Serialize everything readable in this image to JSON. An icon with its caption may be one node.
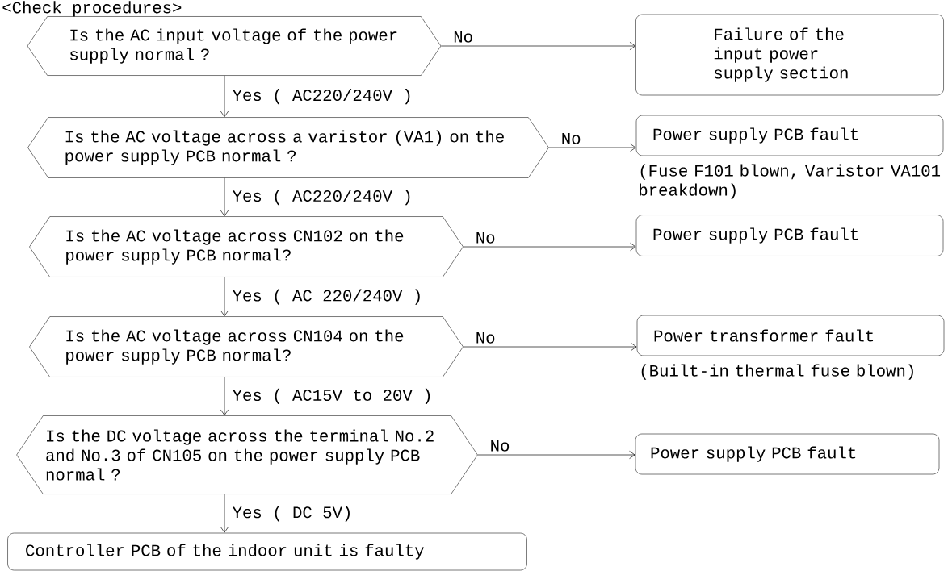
{
  "diagram": {
    "title": "<Check procedures>",
    "nodes": [
      {
        "text": [
          "Is the AC input voltage of the power supply normal ?"
        ]
      },
      {
        "text": [
          "Failure of the input power supply section"
        ]
      },
      {
        "text": [
          "Is the AC voltage across a varistor (VA1) on the power supply PCB normal ?"
        ]
      },
      {
        "text": [
          "Power supply PCB fault"
        ],
        "beside": [
          "(Fuse F101 blown, Varistor VA101 breakdown)"
        ]
      },
      {
        "text": [
          "Is the AC voltage across CN102 on the power supply PCB normal?"
        ]
      },
      {
        "text": [
          "Power supply PCB fault"
        ]
      },
      {
        "text": [
          "Is the AC voltage across CN104 on the power supply PCB normal?"
        ]
      },
      {
        "text": [
          "Power transformer fault"
        ],
        "beside": [
          "(Built-in thermal fuse blown)"
        ]
      },
      {
        "text": [
          "Is the DC voltage across the terminal No.2 and No.3 of CN105 on the power supply PCB normal ?"
        ]
      },
      {
        "text": [
          "Power supply PCB fault"
        ]
      },
      {
        "text": [
          "Controller PCB of the indoor unit is faulty"
        ]
      }
    ],
    "edges": [
      {
        "from": 0,
        "to": 1,
        "arrow": "to",
        "label": "No"
      },
      {
        "from": 0,
        "to": 2,
        "arrow": "to",
        "label": "Yes ( AC220/240V )"
      },
      {
        "from": 2,
        "to": 3,
        "arrow": "to",
        "label": "No"
      },
      {
        "from": 2,
        "to": 4,
        "arrow": "to",
        "label": "Yes ( AC220/240V )"
      },
      {
        "from": 4,
        "to": 5,
        "arrow": "to",
        "label": "No"
      },
      {
        "from": 4,
        "to": 6,
        "arrow": "to",
        "label": "Yes ( AC 220/240V )"
      },
      {
        "from": 6,
        "to": 7,
        "arrow": "to",
        "label": "No"
      },
      {
        "from": 6,
        "to": 8,
        "arrow": "to",
        "label": "Yes ( AC15V to 20V )"
      },
      {
        "from": 8,
        "to": 9,
        "arrow": "to",
        "label": "No"
      },
      {
        "from": 8,
        "to": 10,
        "arrow": "to",
        "label": "Yes ( DC 5V)"
      }
    ]
  }
}
